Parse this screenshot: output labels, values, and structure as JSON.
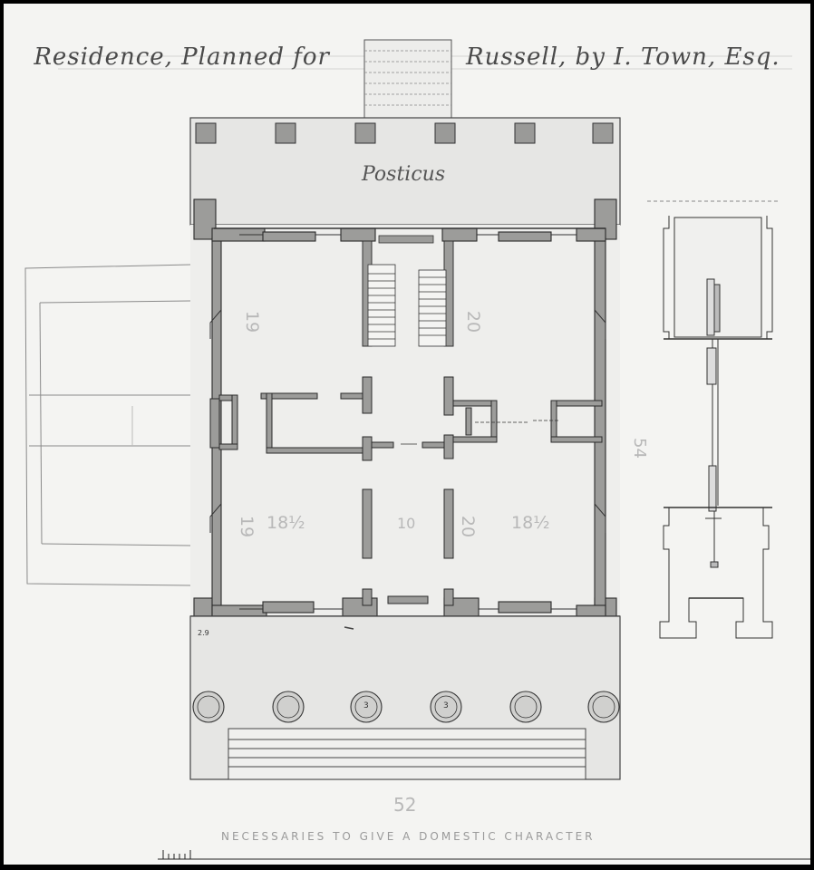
{
  "title": {
    "part1": "Residence, Planned for",
    "part2": "Russell, by I. Town, Esq."
  },
  "labels": {
    "posticus": "Posticus",
    "caption": "NECESSARIES TO GIVE A DOMESTIC CHARACTER",
    "dimension_front": "52",
    "dimension_side": "54"
  },
  "room_dimensions": [
    {
      "name": "rear-left",
      "text": "19"
    },
    {
      "name": "rear-right",
      "text": "20"
    },
    {
      "name": "front-left-width",
      "text": "19"
    },
    {
      "name": "front-left-depth",
      "text": "18½"
    },
    {
      "name": "hall",
      "text": "10"
    },
    {
      "name": "front-right-width",
      "text": "20"
    },
    {
      "name": "front-right-depth",
      "text": "18½"
    }
  ],
  "column_numbers": [
    "3",
    "3"
  ],
  "corner_mark": "2.9"
}
